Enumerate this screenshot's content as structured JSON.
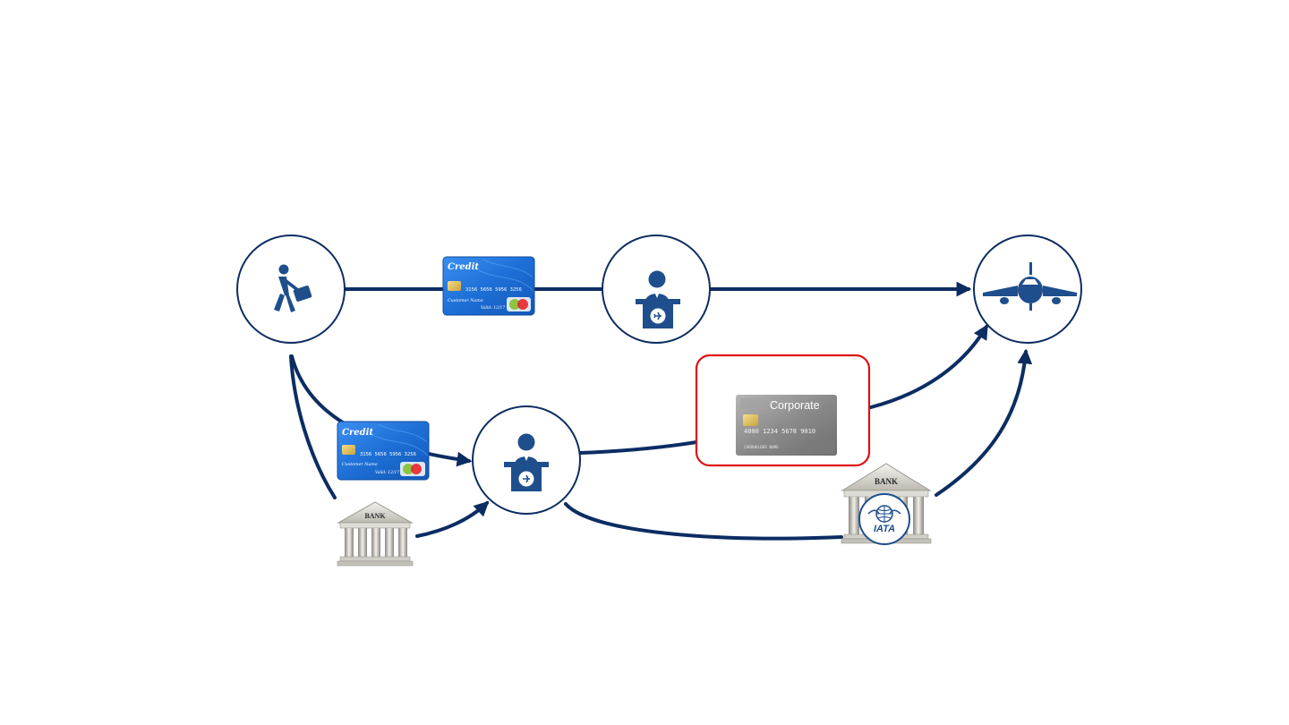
{
  "colors": {
    "navy": "#0c2d62",
    "icon_blue": "#1e4e8c",
    "highlight_red": "#e01010",
    "card_blue": "#1d6fd6",
    "card_silver": "#8f8f8f",
    "bank_grey": "#d4d2cc"
  },
  "nodes": {
    "traveler": {
      "icon": "walking-traveler-with-luggage-icon"
    },
    "agent_top": {
      "icon": "travel-agent-at-desk-icon"
    },
    "agent_bottom": {
      "icon": "travel-agent-at-desk-icon"
    },
    "airline": {
      "icon": "airplane-icon"
    }
  },
  "credit_card_top": {
    "title": "Credit",
    "number": "3156 5656 5956 3256",
    "holder": "Customer Name",
    "valid": "Valid: 12/17"
  },
  "credit_card_bottom": {
    "title": "Credit",
    "number": "3156 5656 5956 3256",
    "holder": "Customer Name",
    "valid": "Valid: 12/17"
  },
  "corporate_card": {
    "title": "Corporate",
    "number": "4000 1234 5678 9010",
    "holder": "CARDHOLDER NAME"
  },
  "bank_left": {
    "label": "BANK"
  },
  "bank_iata": {
    "label": "BANK",
    "badge": "IATA"
  }
}
